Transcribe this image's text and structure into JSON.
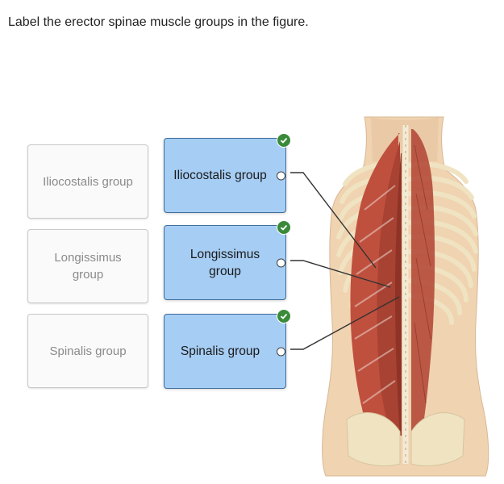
{
  "question": {
    "prompt": "Label the erector spinae muscle groups in the figure."
  },
  "label_bank": [
    {
      "text": "Iliocostalis group"
    },
    {
      "text": "Longissimus group"
    },
    {
      "text": "Spinalis group"
    }
  ],
  "placed_labels": [
    {
      "text": "Iliocostalis group",
      "status": "correct"
    },
    {
      "text": "Longissimus group",
      "status": "correct"
    },
    {
      "text": "Spinalis group",
      "status": "correct"
    }
  ],
  "colors": {
    "answer_fill": "#a6cdf4",
    "answer_border": "#3f6f9f",
    "correct_check": "#3a8a3a",
    "muscle": "#b44a3a",
    "bone": "#efe3c2",
    "skin": "#f0d3b0"
  },
  "icons": {
    "correct": "checkmark-icon"
  }
}
